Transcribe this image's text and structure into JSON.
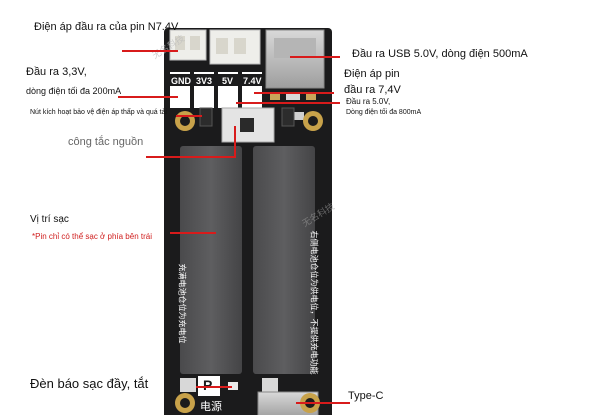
{
  "colors": {
    "board": "#1b1b1c",
    "silk": "#ffffff",
    "pad_gold": "#c8a24a",
    "pointer_red": "#d81b1b",
    "note_red": "#d02020"
  },
  "labels": {
    "battery_output_voltage": "Điện áp đầu ra của pin N7.4V",
    "usb_output": "Đầu ra USB 5.0V, dòng điện 500mA",
    "output_3v3_title": "Đầu ra 3,3V,",
    "output_3v3_current": "dòng điện tối đa 200mA",
    "battery_voltage_title": "Điện áp pin",
    "battery_voltage_output": "đầu ra 7,4V",
    "output_5v_title": "Đầu ra 5.0V,",
    "output_5v_current": "Dòng điện tối đa 800mA",
    "protection_button": "Nút kích hoạt bảo vệ điện áp thấp và quá tải",
    "power_switch": "công tắc nguồn",
    "charging_position": "Vị trí sạc",
    "charging_note": "*Pin chỉ có thể sạc ở phía bên trái",
    "charge_led": "Đèn báo sạc đầy, tắt",
    "type_c": "Type-C"
  },
  "board": {
    "pins": [
      "GND",
      "3V3",
      "5V",
      "7.4V"
    ],
    "logo_letter": "P",
    "power_label": "电源",
    "watermark": "无名科技",
    "side_text_left": "充满电池仓位为充电位",
    "side_text_right": "右侧电池仓位为供电位，不提供充电功能"
  }
}
